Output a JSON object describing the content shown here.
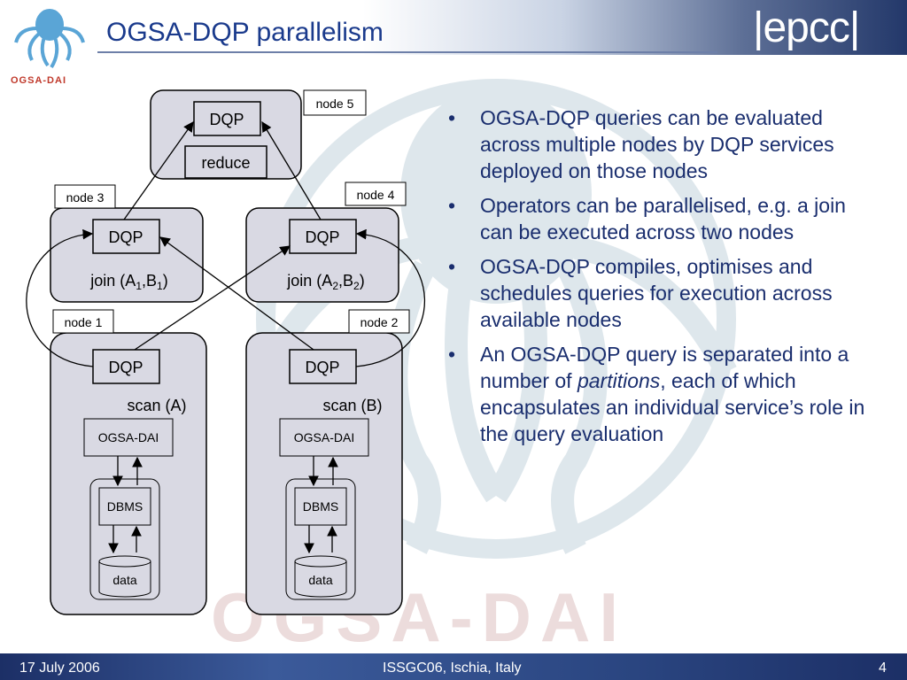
{
  "slide": {
    "title": "OGSA-DQP parallelism",
    "logo_text": "OGSA-DAI",
    "epcc_logo": "|epcc|",
    "watermark_text": "OGSA-DAI"
  },
  "diagram": {
    "node_labels": {
      "n5": "node 5",
      "n3": "node 3",
      "n4": "node 4",
      "n1": "node 1",
      "n2": "node 2"
    },
    "dqp": "DQP",
    "reduce": "reduce",
    "join_a": {
      "text": "join (A",
      "s1": "1",
      "mid": ",B",
      "s2": "1",
      "end": ")"
    },
    "join_b": {
      "text": "join (A",
      "s1": "2",
      "mid": ",B",
      "s2": "2",
      "end": ")"
    },
    "scan_a": "scan (A)",
    "scan_b": "scan (B)",
    "ogsa_dai": "OGSA-DAI",
    "dbms": "DBMS",
    "data": "data"
  },
  "bullets": [
    {
      "text": "OGSA-DQP queries can be evaluated across multiple nodes by DQP services deployed on those nodes"
    },
    {
      "text": "Operators can be parallelised, e.g. a join can be executed across two nodes"
    },
    {
      "text": "OGSA-DQP compiles, optimises and schedules queries for execution across available nodes"
    },
    {
      "pre": "An OGSA-DQP query is separated into a number of ",
      "em": "partitions",
      "post": ", each of which encapsulates an individual service’s role in the query evaluation"
    }
  ],
  "footer": {
    "date": "17 July 2006",
    "event": "ISSGC06, Ischia, Italy",
    "page": "4"
  },
  "colors": {
    "title": "#1a3a8c",
    "bullet_text": "#1a2e6e",
    "node_fill": "#d9d9e3",
    "footer": "#2a4580"
  }
}
